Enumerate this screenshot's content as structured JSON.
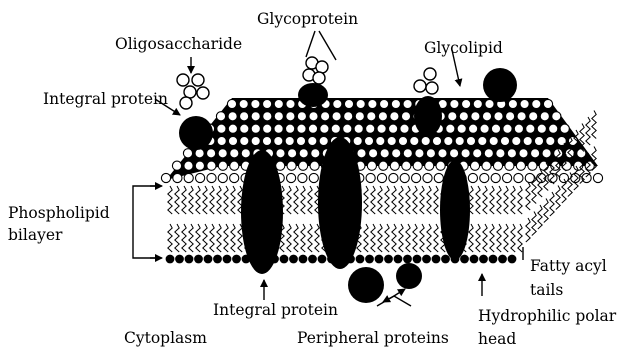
{
  "labels": {
    "glycoprotein": "Glycoprotein",
    "oligosaccharide": "Oligosaccharide",
    "glycolipid": "Glycolipid",
    "integral_protein_top": "Integral protein",
    "phospholipid_line1": "Phospholipid",
    "phospholipid_line2": "bilayer",
    "fatty_acyl_line1": "Fatty acyl",
    "fatty_acyl_line2": "tails",
    "integral_protein_bottom": "Integral protein",
    "cytoplasm": "Cytoplasm",
    "peripheral_proteins": "Peripheral proteins",
    "hydrophilic_line1": "Hydrophilic polar",
    "hydrophilic_line2": "head"
  },
  "colors": {
    "ink": "#000000",
    "paper": "#ffffff"
  }
}
